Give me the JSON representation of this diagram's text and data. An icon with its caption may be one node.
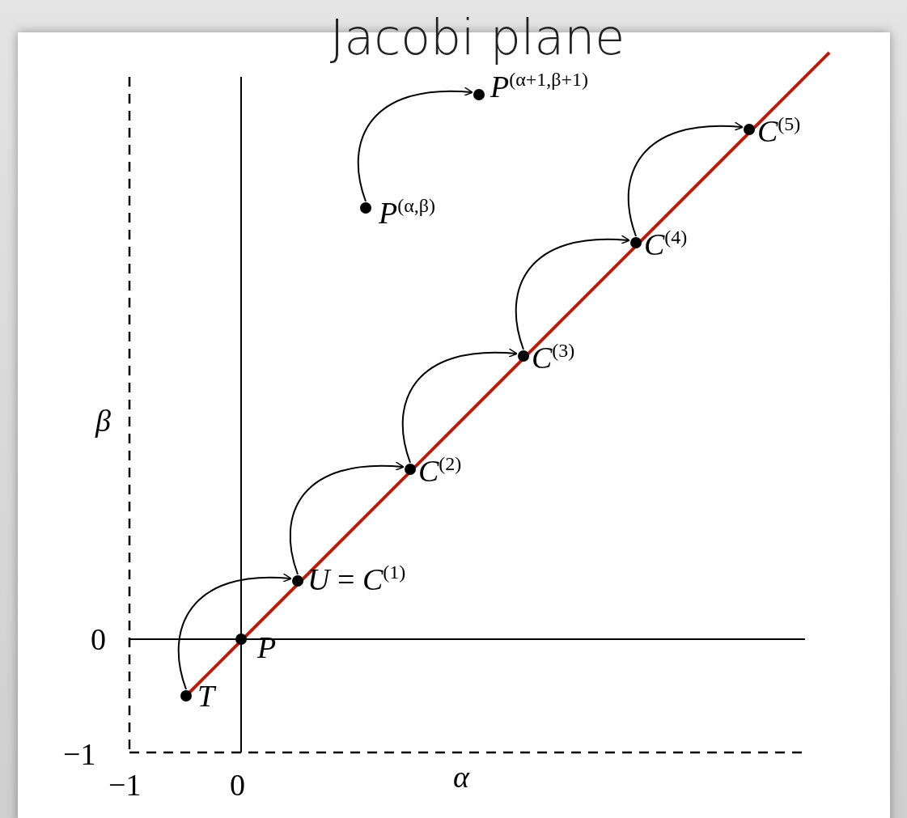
{
  "diagram": {
    "title": "Jacobi plane",
    "nodes": [
      {
        "text": [
          "*P*$^{(α+1,β+1)}$"
        ]
      },
      {
        "text": [
          "*P*$^{(α,β)}$"
        ]
      },
      {
        "text": [
          "*C*$^{(5)}$"
        ]
      },
      {
        "text": [
          "*C*$^{(4)}$"
        ]
      },
      {
        "text": [
          "*C*$^{(3)}$"
        ]
      },
      {
        "text": [
          "*C*$^{(2)}$"
        ]
      },
      {
        "text": [
          "*U* = *C*$^{(1)}$"
        ]
      },
      {
        "text": [
          "*P*"
        ]
      },
      {
        "text": [
          "*T*"
        ]
      }
    ],
    "edges": [
      {
        "from": 1,
        "to": 0,
        "arrow": "to"
      },
      {
        "from": 8,
        "to": 6,
        "arrow": "to"
      },
      {
        "from": 6,
        "to": 5,
        "arrow": "to"
      },
      {
        "from": 5,
        "to": 4,
        "arrow": "to"
      },
      {
        "from": 4,
        "to": 3,
        "arrow": "to"
      },
      {
        "from": 3,
        "to": 2,
        "arrow": "to"
      }
    ],
    "labels": [
      "β",
      "0",
      "−1",
      "−1",
      "0",
      "α"
    ]
  }
}
